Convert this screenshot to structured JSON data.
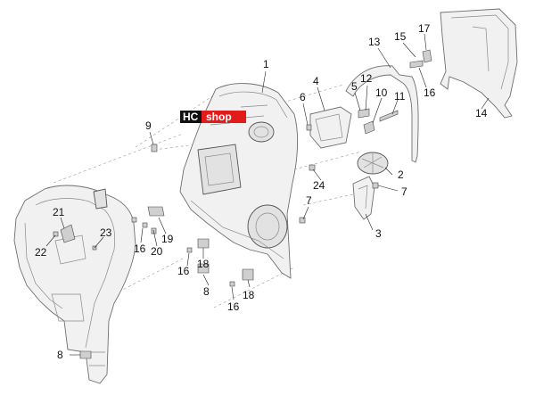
{
  "logo": {
    "part1": "HC",
    "part2": "shop",
    "color_dark": "#111111",
    "color_red": "#e21b1b"
  },
  "callouts": {
    "c1": "1",
    "c2": "2",
    "c3": "3",
    "c4": "4",
    "c5": "5",
    "c6": "6",
    "c7a": "7",
    "c7b": "7",
    "c8a": "8",
    "c8b": "8",
    "c9": "9",
    "c10": "10",
    "c11": "11",
    "c12": "12",
    "c13": "13",
    "c14": "14",
    "c15": "15",
    "c16a": "16",
    "c16b": "16",
    "c16c": "16",
    "c16d": "16",
    "c17": "17",
    "c18a": "18",
    "c18b": "18",
    "c19": "19",
    "c20": "20",
    "c21": "21",
    "c22": "22",
    "c23": "23",
    "c24": "24"
  }
}
